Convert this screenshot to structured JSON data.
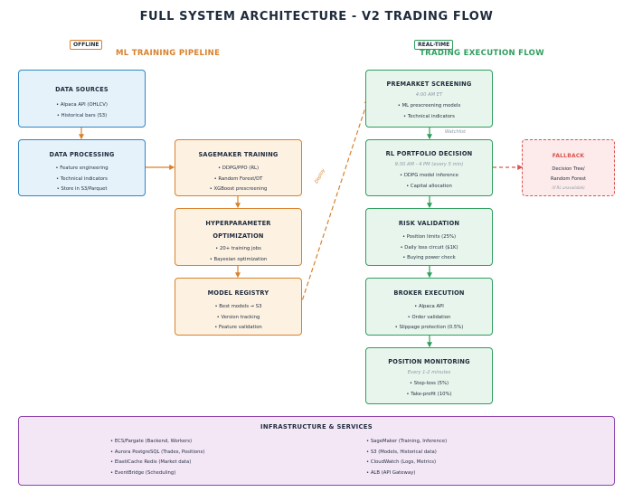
{
  "title": "FULL SYSTEM ARCHITECTURE - V2 TRADING FLOW",
  "left_section": {
    "tag": "OFFLINE",
    "heading": "ML TRAINING PIPELINE",
    "data_sources": {
      "title": "DATA SOURCES",
      "items": [
        "Alpaca API (OHLCV)",
        "Historical bars (S3)"
      ]
    },
    "data_processing": {
      "title": "DATA PROCESSING",
      "items": [
        "Feature engineering",
        "Technical indicators",
        "Store in S3/Parquet"
      ]
    },
    "sagemaker": {
      "title": "SAGEMAKER TRAINING",
      "items": [
        "DDPG/PPO (RL)",
        "Random Forest/DT",
        "XGBoost prescreening"
      ]
    },
    "hyperparameter": {
      "title_line1": "HYPERPARAMETER",
      "title_line2": "OPTIMIZATION",
      "items": [
        "20+ training jobs",
        "Bayesian optimization"
      ]
    },
    "model_registry": {
      "title": "MODEL REGISTRY",
      "items": [
        "Best models → S3",
        "Version tracking",
        "Feature validation"
      ]
    }
  },
  "right_section": {
    "tag": "REAL-TIME",
    "heading": "TRADING EXECUTION FLOW",
    "premarket": {
      "title": "PREMARKET SCREENING",
      "subtitle": "4:00 AM ET",
      "items": [
        "ML prescreening models",
        "Technical indicators"
      ]
    },
    "rl_decision": {
      "title": "RL PORTFOLIO DECISION",
      "subtitle": "9:30 AM - 4 PM (every 5 min)",
      "items": [
        "DDPG model inference",
        "Capital allocation"
      ]
    },
    "risk": {
      "title": "RISK VALIDATION",
      "items": [
        "Position limits (25%)",
        "Daily loss circuit ($1K)",
        "Buying power check"
      ]
    },
    "broker": {
      "title": "BROKER EXECUTION",
      "items": [
        "Alpaca API",
        "Order validation",
        "Slippage protection (0.5%)"
      ]
    },
    "monitoring": {
      "title": "POSITION MONITORING",
      "subtitle": "Every 1-2 minutes",
      "items": [
        "Stop-loss (5%)",
        "Take-profit (10%)"
      ]
    },
    "fallback": {
      "title": "FALLBACK",
      "line1": "Decision Tree/",
      "line2": "Random Forest",
      "note": "(if RL unavailable)"
    }
  },
  "edge_labels": {
    "deploy": "Deploy",
    "watchlist": "Watchlist"
  },
  "infrastructure": {
    "title": "INFRASTRUCTURE & SERVICES",
    "left": [
      "ECS/Fargate (Backend, Workers)",
      "Aurora PostgreSQL (Trades, Positions)",
      "ElastiCache Redis (Market data)",
      "EventBridge (Scheduling)"
    ],
    "right": [
      "SageMaker (Training, Inference)",
      "S3 (Models, Historical data)",
      "CloudWatch (Logs, Metrics)",
      "ALB (API Gateway)"
    ]
  },
  "colors": {
    "blue": "#2f86c5",
    "orange": "#d9812b",
    "green": "#2e9e5e",
    "red": "#d9534f",
    "purple": "#8e44ad"
  }
}
